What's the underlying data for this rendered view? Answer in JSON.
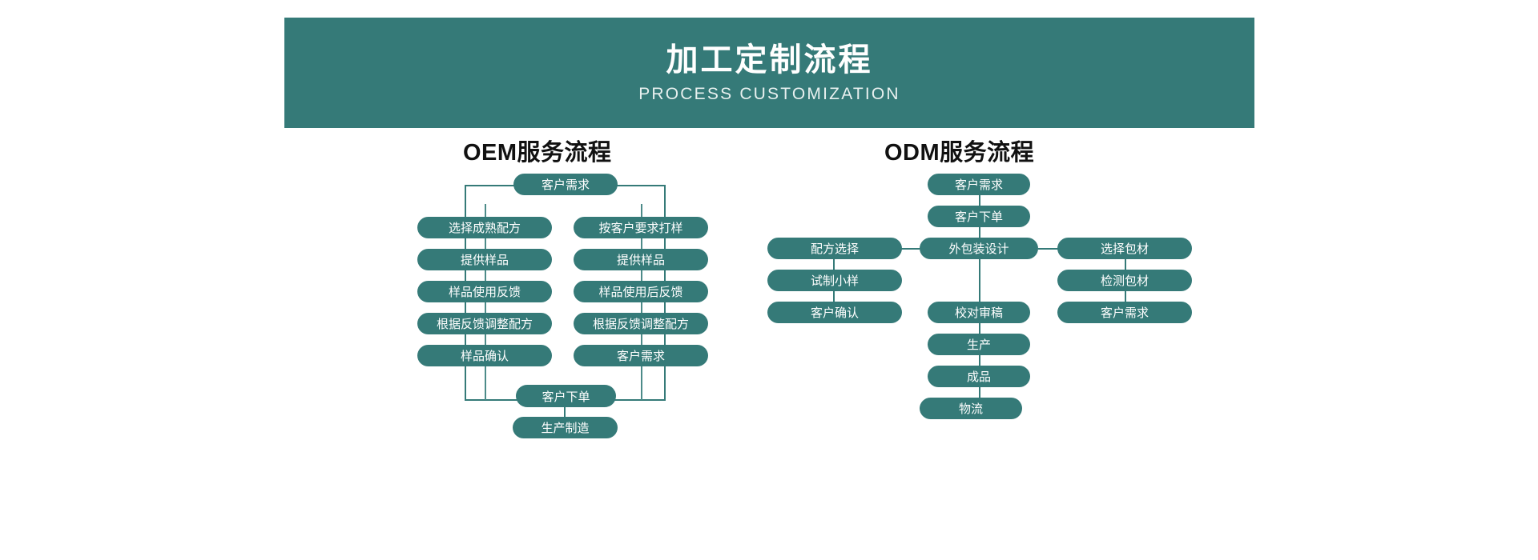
{
  "banner": {
    "title": "加工定制流程",
    "subtitle": "PROCESS CUSTOMIZATION",
    "background_color": "#357a78",
    "title_color": "#ffffff"
  },
  "theme": {
    "node_fill": "#357a78",
    "node_text": "#ffffff",
    "connector": "#357a78",
    "page_background": "#ffffff"
  },
  "sections": [
    {
      "id": "oem",
      "title": "OEM服务流程"
    },
    {
      "id": "odm",
      "title": "ODM服务流程"
    }
  ],
  "oem_flow": {
    "start": "客户需求",
    "branch_left": [
      "选择成熟配方",
      "提供样品",
      "样品使用反馈",
      "根据反馈调整配方",
      "样品确认"
    ],
    "branch_right": [
      "按客户要求打样",
      "提供样品",
      "样品使用后反馈",
      "根据反馈调整配方",
      "客户需求"
    ],
    "merge": "客户下单",
    "end": "生产制造"
  },
  "odm_flow": {
    "spine": [
      "客户需求",
      "客户下单",
      "外包装设计",
      "校对审稿",
      "生产",
      "成品",
      "物流"
    ],
    "branch_left": [
      "配方选择",
      "试制小样",
      "客户确认"
    ],
    "branch_right": [
      "选择包材",
      "检测包材",
      "客户需求"
    ]
  }
}
